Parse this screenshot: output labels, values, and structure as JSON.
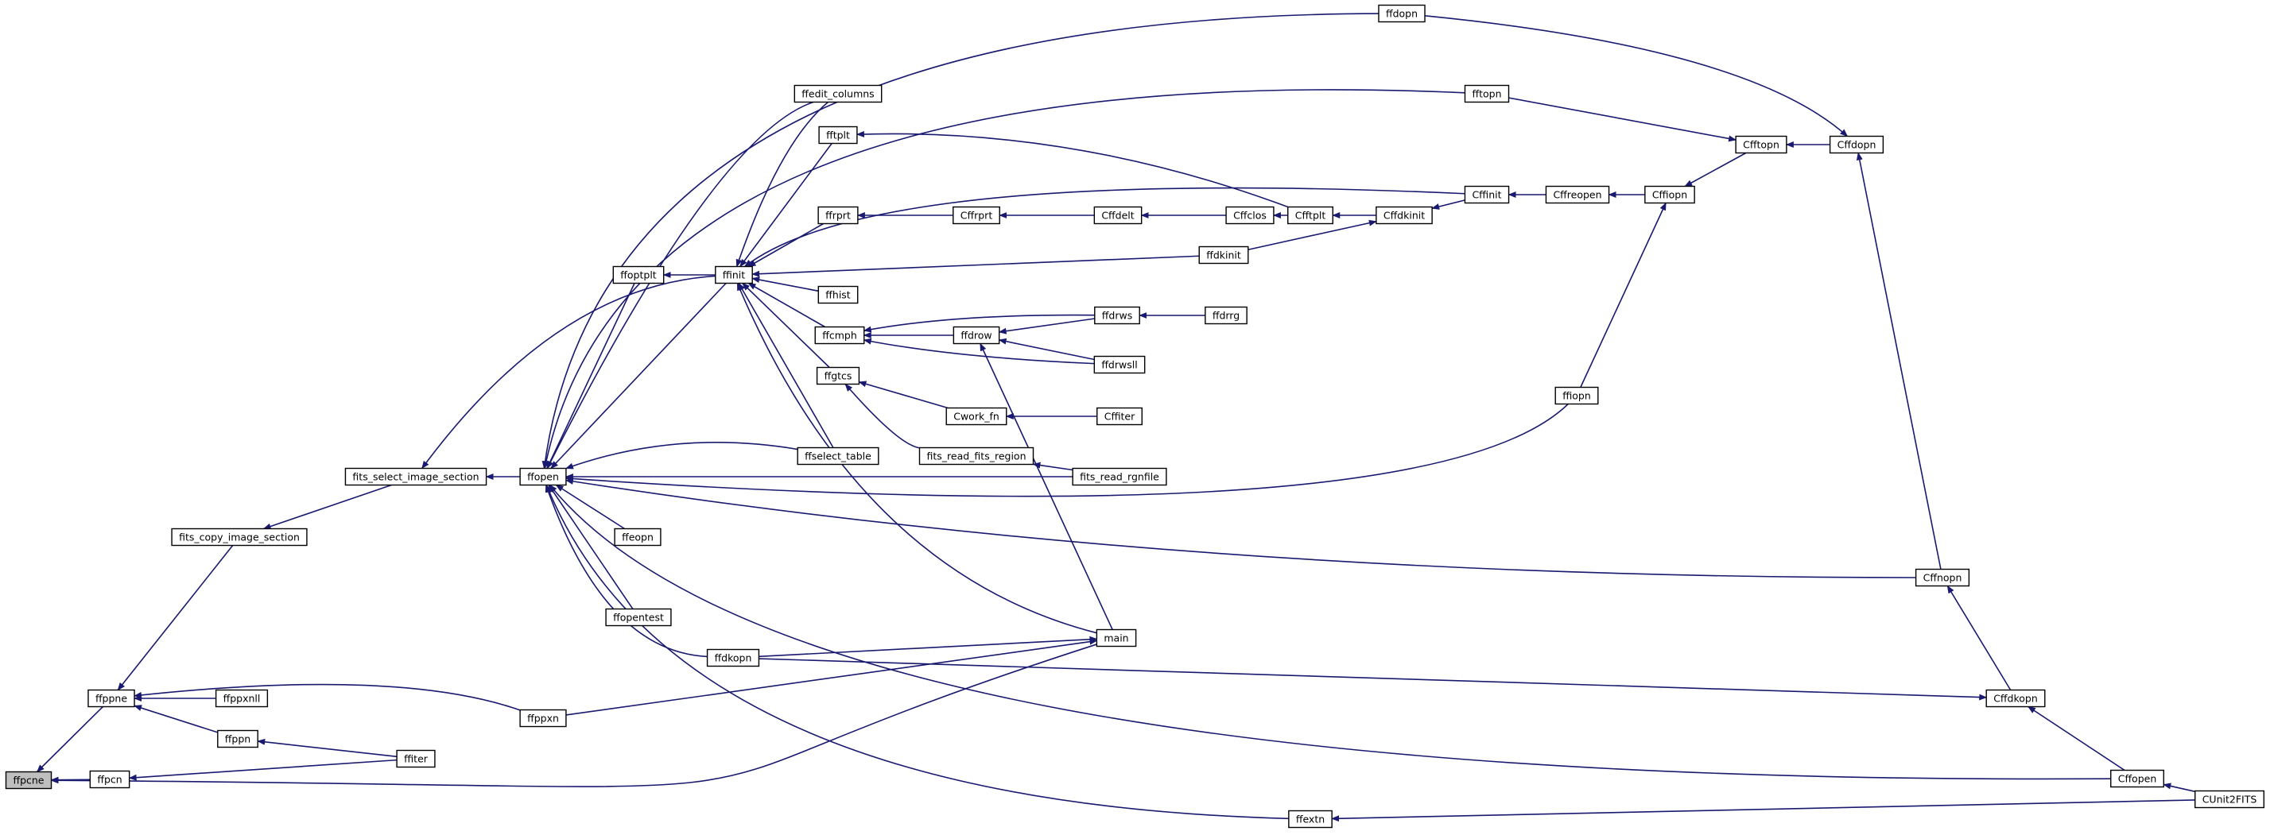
{
  "graph": {
    "kind": "caller graph",
    "colors": {
      "edge": "#191970",
      "node_border": "#000000",
      "node_fill": "#ffffff",
      "root_fill": "#bfbfbf"
    },
    "root": "ffpcne",
    "nodes": [
      {
        "id": "ffpcne",
        "label": "ffpcne"
      },
      {
        "id": "ffppne",
        "label": "ffppne"
      },
      {
        "id": "ffpcn",
        "label": "ffpcn"
      },
      {
        "id": "fits_copy_image_section",
        "label": "fits_copy_image_section"
      },
      {
        "id": "ffppxnll",
        "label": "ffppxnll"
      },
      {
        "id": "ffppn",
        "label": "ffppn"
      },
      {
        "id": "ffiter",
        "label": "ffiter"
      },
      {
        "id": "fits_select_image_section",
        "label": "fits_select_image_section"
      },
      {
        "id": "ffopen",
        "label": "ffopen"
      },
      {
        "id": "ffppxn",
        "label": "ffppxn"
      },
      {
        "id": "ffoptplt",
        "label": "ffoptplt"
      },
      {
        "id": "ffinit",
        "label": "ffinit"
      },
      {
        "id": "ffedit_columns",
        "label": "ffedit_columns"
      },
      {
        "id": "fftplt",
        "label": "fftplt"
      },
      {
        "id": "ffrprt",
        "label": "ffrprt"
      },
      {
        "id": "ffhist",
        "label": "ffhist"
      },
      {
        "id": "ffcmph",
        "label": "ffcmph"
      },
      {
        "id": "ffgtcs",
        "label": "ffgtcs"
      },
      {
        "id": "ffselect_table",
        "label": "ffselect_table"
      },
      {
        "id": "ffeopn",
        "label": "ffeopn"
      },
      {
        "id": "ffopentest",
        "label": "ffopentest"
      },
      {
        "id": "ffdkopn",
        "label": "ffdkopn"
      },
      {
        "id": "ffextn",
        "label": "ffextn"
      },
      {
        "id": "ffdrow",
        "label": "ffdrow"
      },
      {
        "id": "Cwork_fn",
        "label": "Cwork_fn"
      },
      {
        "id": "fits_read_fits_region",
        "label": "fits_read_fits_region"
      },
      {
        "id": "fits_read_rgnfile",
        "label": "fits_read_rgnfile"
      },
      {
        "id": "main",
        "label": "main"
      },
      {
        "id": "Cffrprt",
        "label": "Cffrprt"
      },
      {
        "id": "Cffdelt",
        "label": "Cffdelt"
      },
      {
        "id": "Cffclos",
        "label": "Cffclos"
      },
      {
        "id": "Cfftplt",
        "label": "Cfftplt"
      },
      {
        "id": "Cffdkinit",
        "label": "Cffdkinit"
      },
      {
        "id": "ffdkinit",
        "label": "ffdkinit"
      },
      {
        "id": "ffdrws",
        "label": "ffdrws"
      },
      {
        "id": "ffdrwsll",
        "label": "ffdrwsll"
      },
      {
        "id": "ffdrrg",
        "label": "ffdrrg"
      },
      {
        "id": "Cffiter",
        "label": "Cffiter"
      },
      {
        "id": "ffdopn",
        "label": "ffdopn"
      },
      {
        "id": "fftopn",
        "label": "fftopn"
      },
      {
        "id": "Cffinit",
        "label": "Cffinit"
      },
      {
        "id": "Cffreopen",
        "label": "Cffreopen"
      },
      {
        "id": "Cffiopn",
        "label": "Cffiopn"
      },
      {
        "id": "Cfftopn",
        "label": "Cfftopn"
      },
      {
        "id": "Cffdopn",
        "label": "Cffdopn"
      },
      {
        "id": "ffiopn",
        "label": "ffiopn"
      },
      {
        "id": "Cffnopn",
        "label": "Cffnopn"
      },
      {
        "id": "Cffdkopn",
        "label": "Cffdkopn"
      },
      {
        "id": "Cffopen",
        "label": "Cffopen"
      },
      {
        "id": "CUnit2FITS",
        "label": "CUnit2FITS"
      }
    ],
    "edges": [
      {
        "from": "ffppne",
        "to": "ffpcne"
      },
      {
        "from": "ffpcn",
        "to": "ffpcne"
      },
      {
        "from": "main",
        "to": "ffpcne"
      },
      {
        "from": "fits_copy_image_section",
        "to": "ffppne"
      },
      {
        "from": "ffppxn",
        "to": "ffppne"
      },
      {
        "from": "ffppxnll",
        "to": "ffppne"
      },
      {
        "from": "ffppn",
        "to": "ffppne"
      },
      {
        "from": "ffiter",
        "to": "ffpcn"
      },
      {
        "from": "ffiter",
        "to": "ffppn"
      },
      {
        "from": "fits_select_image_section",
        "to": "fits_copy_image_section"
      },
      {
        "from": "ffinit",
        "to": "fits_select_image_section"
      },
      {
        "from": "ffopen",
        "to": "fits_select_image_section"
      },
      {
        "from": "ffdopn",
        "to": "ffopen"
      },
      {
        "from": "fftopn",
        "to": "ffopen"
      },
      {
        "from": "ffedit_columns",
        "to": "ffopen"
      },
      {
        "from": "ffoptplt",
        "to": "ffopen"
      },
      {
        "from": "ffinit",
        "to": "ffopen"
      },
      {
        "from": "ffselect_table",
        "to": "ffopen"
      },
      {
        "from": "fits_read_rgnfile",
        "to": "ffopen"
      },
      {
        "from": "ffiopn",
        "to": "ffopen"
      },
      {
        "from": "ffeopn",
        "to": "ffopen"
      },
      {
        "from": "Cffnopn",
        "to": "ffopen"
      },
      {
        "from": "ffopentest",
        "to": "ffopen"
      },
      {
        "from": "ffdkopn",
        "to": "ffopen"
      },
      {
        "from": "Cffopen",
        "to": "ffopen"
      },
      {
        "from": "ffextn",
        "to": "ffopen"
      },
      {
        "from": "ffinit",
        "to": "ffoptplt"
      },
      {
        "from": "ffedit_columns",
        "to": "ffinit"
      },
      {
        "from": "fftplt",
        "to": "ffinit"
      },
      {
        "from": "Cffinit",
        "to": "ffinit"
      },
      {
        "from": "ffrprt",
        "to": "ffinit"
      },
      {
        "from": "ffdkinit",
        "to": "ffinit"
      },
      {
        "from": "ffhist",
        "to": "ffinit"
      },
      {
        "from": "ffcmph",
        "to": "ffinit"
      },
      {
        "from": "ffgtcs",
        "to": "ffinit"
      },
      {
        "from": "ffselect_table",
        "to": "ffinit"
      },
      {
        "from": "main",
        "to": "ffinit"
      },
      {
        "from": "Cfftplt",
        "to": "fftplt"
      },
      {
        "from": "Cffrprt",
        "to": "ffrprt"
      },
      {
        "from": "ffdrws",
        "to": "ffcmph"
      },
      {
        "from": "ffdrow",
        "to": "ffcmph"
      },
      {
        "from": "ffdrwsll",
        "to": "ffcmph"
      },
      {
        "from": "Cwork_fn",
        "to": "ffgtcs"
      },
      {
        "from": "fits_read_fits_region",
        "to": "ffgtcs"
      },
      {
        "from": "ffdrws",
        "to": "ffdrow"
      },
      {
        "from": "ffdrwsll",
        "to": "ffdrow"
      },
      {
        "from": "main",
        "to": "ffdrow"
      },
      {
        "from": "Cffiter",
        "to": "Cwork_fn"
      },
      {
        "from": "fits_read_rgnfile",
        "to": "fits_read_fits_region"
      },
      {
        "from": "ffdrrg",
        "to": "ffdrws"
      },
      {
        "from": "Cffdelt",
        "to": "Cffrprt"
      },
      {
        "from": "Cffclos",
        "to": "Cffdelt"
      },
      {
        "from": "Cfftplt",
        "to": "Cffclos"
      },
      {
        "from": "Cffdkinit",
        "to": "Cfftplt"
      },
      {
        "from": "Cffinit",
        "to": "Cffdkinit"
      },
      {
        "from": "ffdkinit",
        "to": "Cffdkinit"
      },
      {
        "from": "Cffreopen",
        "to": "Cffinit"
      },
      {
        "from": "Cffiopn",
        "to": "Cffreopen"
      },
      {
        "from": "Cfftopn",
        "to": "Cffiopn"
      },
      {
        "from": "Cffdopn",
        "to": "Cfftopn"
      },
      {
        "from": "fftopn",
        "to": "Cfftopn"
      },
      {
        "from": "ffdopn",
        "to": "Cffdopn"
      },
      {
        "from": "ffiopn",
        "to": "Cffiopn"
      },
      {
        "from": "Cffnopn",
        "to": "Cffdopn"
      },
      {
        "from": "Cffdkopn",
        "to": "Cffnopn"
      },
      {
        "from": "ffdkopn",
        "to": "Cffdkopn"
      },
      {
        "from": "Cffopen",
        "to": "Cffdkopn"
      },
      {
        "from": "ffppxn",
        "to": "main"
      },
      {
        "from": "ffdkopn",
        "to": "main"
      },
      {
        "from": "CUnit2FITS",
        "to": "Cffopen"
      },
      {
        "from": "CUnit2FITS",
        "to": "ffextn"
      }
    ]
  }
}
